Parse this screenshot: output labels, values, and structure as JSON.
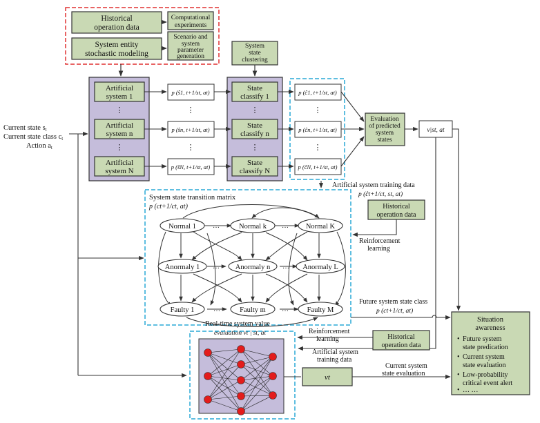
{
  "colors": {
    "green_fill": "#c9d9b4",
    "purple_fill": "#c5bddb",
    "red_dash": "#e03030",
    "cyan_dash": "#29a8d6",
    "node_red": "#e31c1c",
    "stroke": "#333333"
  },
  "top_box": {
    "historical_data": [
      "Historical",
      "operation data"
    ],
    "stochastic_modeling": [
      "System entity",
      "stochastic modeling"
    ],
    "computational": [
      "Computational",
      "experiments"
    ],
    "scenario": [
      "Scenario and",
      "system",
      "parameter",
      "generation"
    ]
  },
  "clustering": [
    "System",
    "state",
    "clustering"
  ],
  "inputs": {
    "state": "Current state s",
    "state_sub": "t",
    "class": "Current state class c",
    "class_sub": "t",
    "action": "Action a",
    "action_sub": "t"
  },
  "artificial_systems": [
    [
      "Artificial",
      "system 1"
    ],
    [
      "Artificial",
      "system n"
    ],
    [
      "Artificial",
      "system N"
    ]
  ],
  "predictions": [
    "p (ŝ1, t+1/st, at)",
    "p (ŝn, t+1/st, at)",
    "p (ŝN, t+1/st, at)"
  ],
  "state_classifiers": [
    [
      "State",
      "classify 1"
    ],
    [
      "State",
      "classify n"
    ],
    [
      "State",
      "classify N"
    ]
  ],
  "class_predictions": [
    "p (ĉ1, t+1/st, at)",
    "p (ĉn, t+1/st, at)",
    "p (ĉN, t+1/st, at)"
  ],
  "ellipsis": "⋮",
  "evaluation_box": [
    "Evaluation",
    "of predicted",
    "system",
    "states"
  ],
  "value_box": "v|st, at",
  "matrix": {
    "title": "System state transition matrix",
    "formula": "p (ct+1/ct, at)",
    "normal": [
      "Normal 1",
      "Normal k",
      "Normal K"
    ],
    "anomaly": [
      "Anormaly 1",
      "Anormaly n",
      "Anormaly L"
    ],
    "faulty": [
      "Faulty 1",
      "Faulty m",
      "Faulty M"
    ],
    "dots": "…"
  },
  "training_data": {
    "title": "Artificial system training data",
    "formula": "p (ĉt+1/ct, st, at)"
  },
  "historical_right": [
    "Historical",
    "operation data"
  ],
  "reinforcement_1": [
    "Reinforcement",
    "learning"
  ],
  "future_class": {
    "title": "Future system state class",
    "formula": "p (ct+1/ct, at)"
  },
  "situation": {
    "title": [
      "Situation",
      "awareness"
    ],
    "items": [
      [
        "Future system",
        "state predication"
      ],
      [
        "Current system",
        "state evaluation"
      ],
      [
        "Low-probability",
        "critical event alert"
      ],
      [
        "… …"
      ]
    ]
  },
  "realtime": {
    "title": "Real-time system value",
    "formula": "evaluation vt | st, at"
  },
  "reinforcement_2": [
    "Reinforcement",
    "learning"
  ],
  "historical_bottom": [
    "Historical",
    "operation data"
  ],
  "training_bottom": [
    "Artificial system",
    "training data"
  ],
  "vt_box": "vt",
  "current_eval": [
    "Current system",
    "state evaluation"
  ]
}
